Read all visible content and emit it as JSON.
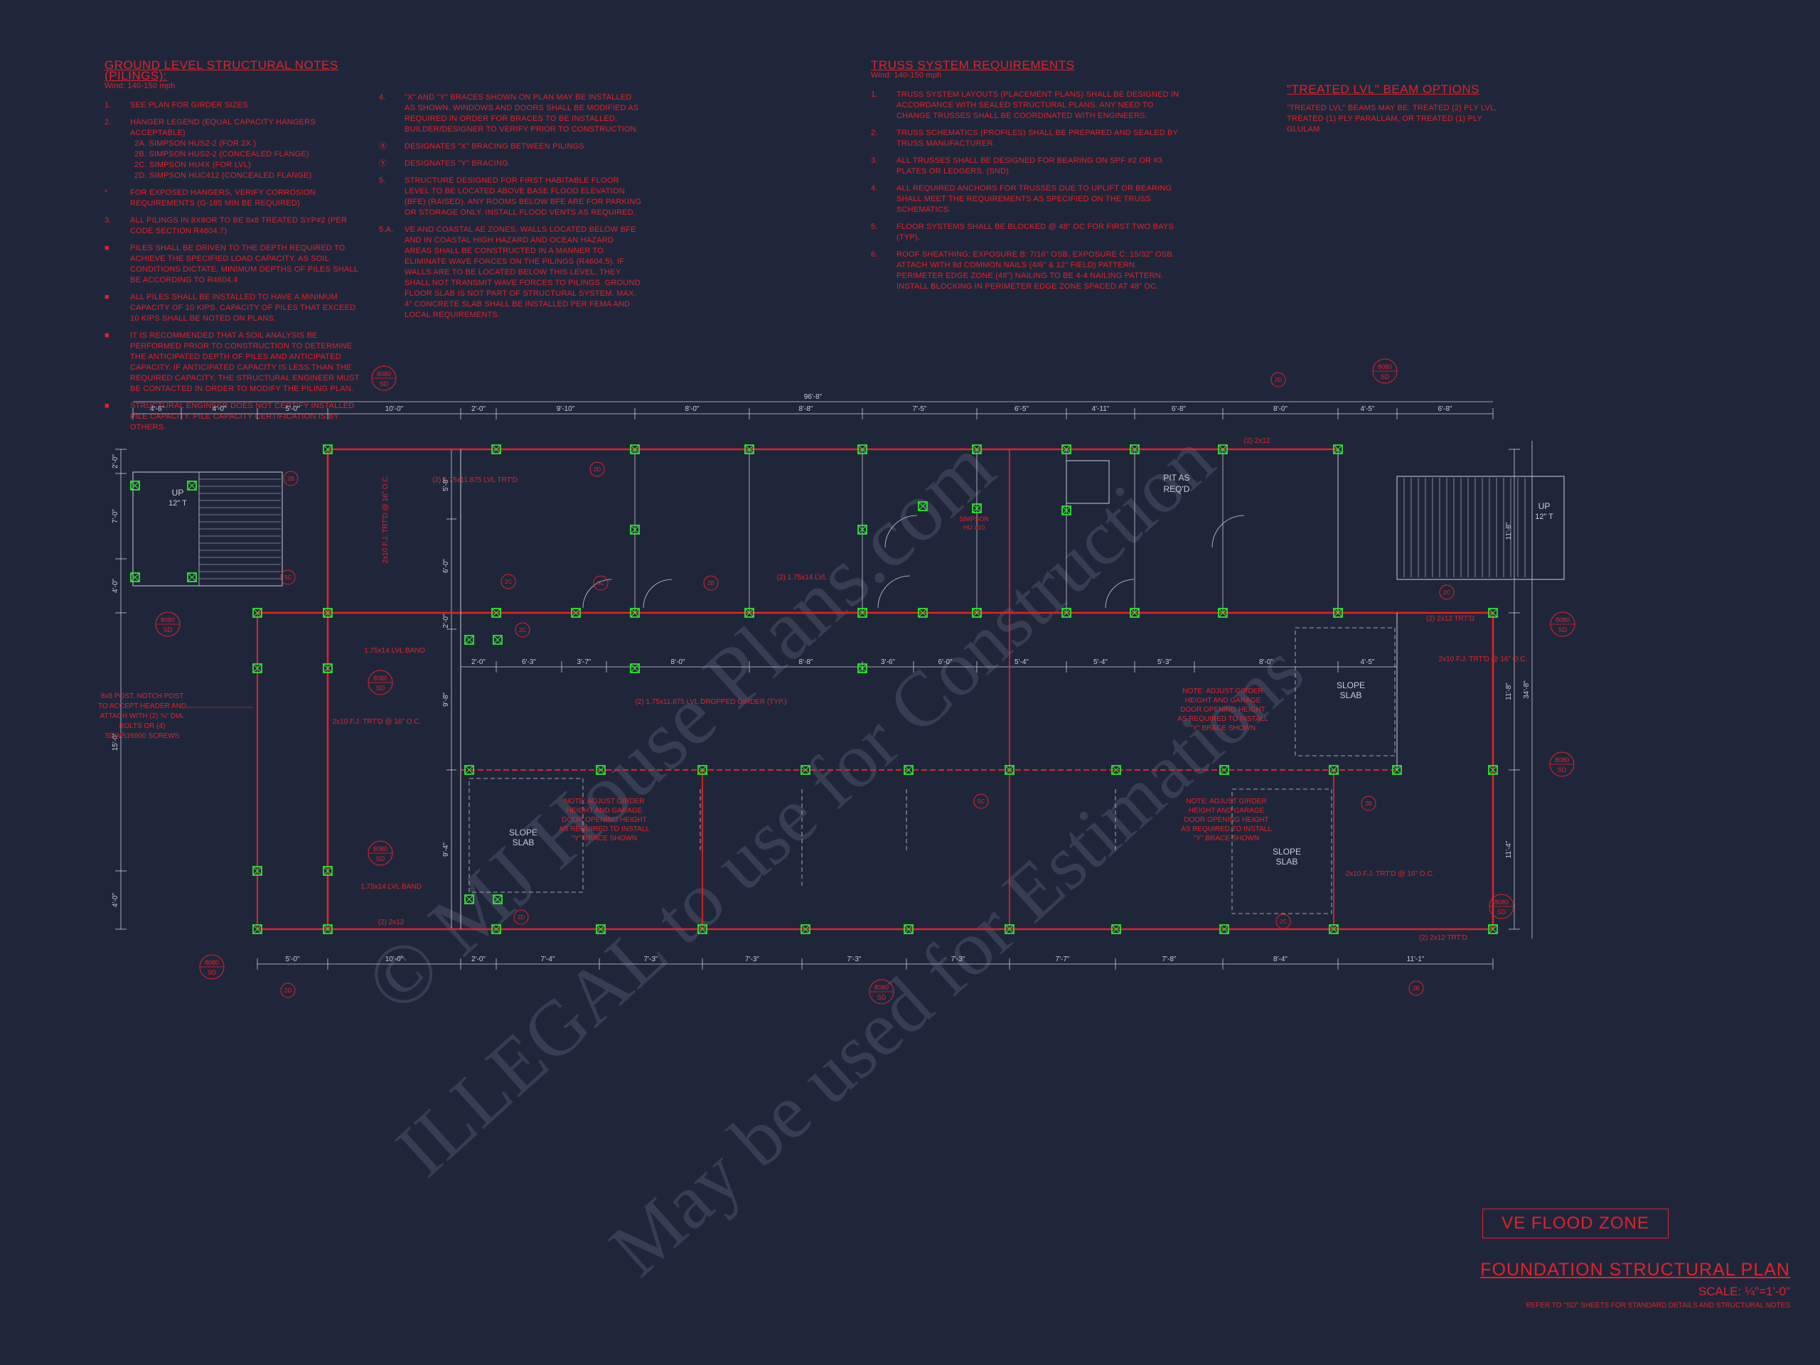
{
  "notes_left": {
    "heading": "GROUND LEVEL STRUCTURAL NOTES (PILINGS):",
    "wind": "Wind: 140-150 mph",
    "items": [
      {
        "n": "1.",
        "t": "SEE PLAN FOR GIRDER SIZES"
      },
      {
        "n": "2.",
        "t": "HANGER LEGEND (EQUAL CAPACITY HANGERS ACCEPTABLE)",
        "subs": [
          "2A.  SIMPSON HUS2-2 (FOR 2X )",
          "2B.  SIMPSON HUS2-2 (CONCEALED FLANGE)",
          "2C.  SIMPSON HU4X (FOR LVL)",
          "2D.  SIMPSON HUC412 (CONCEALED FLANGE)"
        ]
      },
      {
        "n": "*",
        "t": "FOR EXPOSED HANGERS, VERIFY CORROSION REQUIREMENTS (G-185 MIN BE REQUIRED)"
      },
      {
        "n": "3.",
        "t": "ALL PILINGS IN 8X8OR TO BE 8x8 TREATED SYP#2 (PER CODE SECTION R4604.7)"
      },
      {
        "n": "■",
        "t": "PILES SHALL BE DRIVEN TO THE DEPTH REQUIRED TO ACHIEVE THE SPECIFIED LOAD CAPACITY. AS SOIL CONDITIONS DICTATE, MINIMUM DEPTHS OF PILES SHALL BE ACCORDING TO R4604.4"
      },
      {
        "n": "■",
        "t": "ALL PILES SHALL BE INSTALLED TO HAVE A MINIMUM CAPACITY OF 10 KIPS. CAPACITY OF PILES THAT EXCEED 10 KIPS SHALL BE NOTED ON PLANS."
      },
      {
        "n": "■",
        "t": "IT IS RECOMMENDED THAT A SOIL ANALYSIS BE PERFORMED PRIOR TO CONSTRUCTION TO DETERMINE THE ANTICIPATED DEPTH OF PILES AND ANTICIPATED CAPACITY. IF ANTICIPATED CAPACITY IS LESS THAN THE REQUIRED CAPACITY, THE STRUCTURAL ENGINEER MUST BE CONTACTED IN ORDER TO MODIFY THE PILING PLAN."
      },
      {
        "n": "■",
        "t": "STRUCTURAL ENGINEER DOES NOT CERTIFY INSTALLED PILE CAPACITY. PILE CAPACITY CERTIFICATION IS BY OTHERS."
      }
    ]
  },
  "notes_mid": {
    "items": [
      {
        "n": "4.",
        "t": "\"X\" AND \"Y\" BRACES SHOWN ON PLAN MAY BE INSTALLED AS SHOWN. WINDOWS AND DOORS SHALL BE MODIFIED AS REQUIRED IN ORDER FOR BRACES TO BE INSTALLED. BUILDER/DESIGNER TO VERIFY PRIOR TO CONSTRUCTION."
      },
      {
        "n": "Ⓧ",
        "t": "DESIGNATES \"X\" BRACING BETWEEN PILINGS"
      },
      {
        "n": "Ⓨ",
        "t": "DESIGNATES \"Y\" BRACING."
      },
      {
        "n": "5.",
        "t": "STRUCTURE DESIGNED FOR FIRST HABITABLE FLOOR LEVEL TO BE LOCATED ABOVE BASE FLOOD ELEVATION (BFE) (RAISED). ANY ROOMS BELOW BFE ARE FOR PARKING OR STORAGE ONLY. INSTALL FLOOD VENTS AS REQUIRED."
      },
      {
        "n": "5.A.",
        "t": "VE AND COASTAL AE ZONES, WALLS LOCATED BELOW BFE AND IN COASTAL HIGH HAZARD AND OCEAN HAZARD AREAS SHALL BE CONSTRUCTED IN A MANNER TO ELIMINATE WAVE FORCES ON THE PILINGS (R4604.5). IF WALLS ARE TO BE LOCATED BELOW THIS LEVEL, THEY SHALL NOT TRANSMIT WAVE FORCES TO PILINGS. GROUND FLOOR SLAB IS NOT PART OF STRUCTURAL SYSTEM. MAX. 4\" CONCRETE SLAB SHALL BE INSTALLED PER FEMA AND LOCAL REQUIREMENTS."
      }
    ]
  },
  "notes_truss": {
    "heading": "TRUSS SYSTEM REQUIREMENTS",
    "wind": "Wind: 140-150 mph",
    "items": [
      {
        "n": "1.",
        "t": "TRUSS SYSTEM LAYOUTS (PLACEMENT PLANS) SHALL BE DESIGNED IN ACCORDANCE WITH SEALED STRUCTURAL PLANS. ANY NEED TO CHANGE TRUSSES SHALL BE COORDINATED WITH ENGINEERS."
      },
      {
        "n": "2.",
        "t": "TRUSS SCHEMATICS (PROFILES) SHALL BE PREPARED AND SEALED BY TRUSS MANUFACTURER."
      },
      {
        "n": "3.",
        "t": "ALL TRUSSES SHALL BE DESIGNED FOR BEARING ON SPF #2 OR #3 PLATES OR LEDGERS. (SND)"
      },
      {
        "n": "4.",
        "t": "ALL REQUIRED ANCHORS FOR TRUSSES DUE TO UPLIFT OR BEARING SHALL MEET THE REQUIREMENTS AS SPECIFIED ON THE TRUSS SCHEMATICS."
      },
      {
        "n": "5.",
        "t": "FLOOR SYSTEMS SHALL BE BLOCKED @ 48\" OC FOR FIRST TWO BAYS (TYP)."
      },
      {
        "n": "6.",
        "t": "ROOF SHEATHING: EXPOSURE B: 7/16\" OSB, EXPOSURE C: 15/32\" OSB. ATTACH WITH 8d COMMON NAILS (4/6\" & 12\" FIELD) PATTERN. PERIMETER EDGE ZONE (48\") NAILING TO BE 4-4 NAILING PATTERN. INSTALL BLOCKING IN PERIMETER EDGE ZONE SPACED AT 48\" OC."
      }
    ]
  },
  "notes_beam": {
    "heading": "\"TREATED LVL\" BEAM OPTIONS",
    "text": "\"TREATED LVL\" BEAMS MAY BE: TREATED (2) PLY LVL, TREATED (1) PLY PARALLAM, OR TREATED (1) PLY GLULAM"
  },
  "plan": {
    "overall_dim": "96'-8\"",
    "top_dims": [
      "4'-6\"",
      "4'-0\"",
      "5'-0\"",
      "10'-0\"",
      "2'-0\"",
      "9'-10\"",
      "8'-0\"",
      "8'-8\"",
      "7'-5\"",
      "6'-5\"",
      "4'-11\"",
      "6'-8\"",
      "8'-0\"",
      "4'-5\"",
      "6'-8\""
    ],
    "mid_dims": [
      "2'-0\"",
      "6'-3\"",
      "3'-7\"",
      "8'-0\"",
      "8'-8\"",
      "3'-6\"",
      "6'-0\"",
      "5'-4\"",
      "5'-4\"",
      "5'-3\"",
      "8'-0\"",
      "4'-5\""
    ],
    "bottom_dims": [
      "5'-0\"",
      "10'-0\"",
      "2'-0\"",
      "7'-4\"",
      "7'-3\"",
      "7'-3\"",
      "7'-3\"",
      "7'-3\"",
      "7'-7\"",
      "7'-8\"",
      "8'-4\"",
      "11'-1\""
    ],
    "left_dims": [
      "2'-0\"",
      "7'-0\"",
      "4'-0\"",
      "15'-0\"",
      "4'-0\""
    ],
    "inner_left_dims": [
      "5'-8\"",
      "6'-0\"",
      "2'-0\"",
      "9'-8\"",
      "9'-4\""
    ],
    "right_dims": [
      "11'-8\"",
      "11'-8\"",
      "11'-4\"",
      "34'-8\""
    ],
    "stair_up_left": "UP",
    "stair_up_left_rise": "12\" T",
    "stair_up_right": "UP",
    "stair_up_right_rise": "12\" T",
    "slope_slab": [
      "SLOPE",
      "SLAB"
    ],
    "pit_label": [
      "PIT AS",
      "REQ'D"
    ],
    "beam_labels": [
      "(2) 1.75x11.875 LVL TRT'D",
      "2x10 F.J. TRT'D @ 16\" O.C.",
      "(2) 1.75x14 LVL",
      "(2) 1.75x11.875 LVL DROPPED GIRDER (TYP.)",
      "1.75x14 LVL BAND",
      "(2) 2x12",
      "(2) 2x12 TRT'D"
    ],
    "garage_note": [
      "NOTE: ADJUST GIRDER",
      "HEIGHT AND GARAGE",
      "DOOR OPENING HEIGHT",
      "AS REQUIRED TO INSTALL",
      "\"Y\" BRACE SHOWN"
    ],
    "post_note": [
      "8x8 POST, NOTCH POST",
      "TO ACCEPT HEADER AND",
      "ATTACH WITH (2) ⅝\" DIA.",
      "BOLTS OR (4)",
      "SDWS16600 SCREWS"
    ],
    "callouts": [
      "8080",
      "SD"
    ],
    "tags": [
      "2B",
      "2D",
      "2C",
      "5C"
    ],
    "hanger_label": [
      "SIMPSON",
      "HU 410"
    ]
  },
  "watermark": {
    "line1": "© MJ House Plans.com",
    "line2": "ILLEGAL to use for Construction",
    "line3": "May be used for Estimations"
  },
  "title_block": {
    "zone": "VE FLOOD ZONE",
    "title": "FOUNDATION STRUCTURAL PLAN",
    "scale": "SCALE: ¼\"=1'-0\"",
    "refer": "REFER TO \"SD\" SHEETS FOR STANDARD DETAILS AND STRUCTURAL NOTES"
  },
  "colors": {
    "background": "#20263a",
    "linework": "#e0232a",
    "dim": "#c9cdd6",
    "pile": "#2ee62e"
  }
}
